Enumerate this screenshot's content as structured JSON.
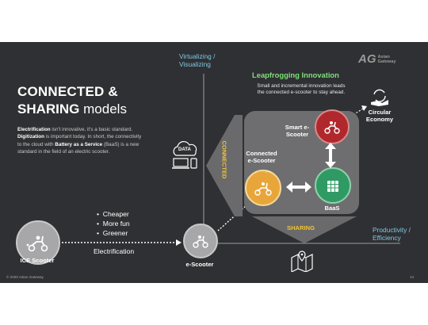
{
  "title": {
    "line1": "CONNECTED &",
    "line2_bold": "SHARING",
    "line2_light": "models"
  },
  "description": {
    "p1_bold": "Electrification",
    "p1_text": " isn't innovative, it's a basic standard. ",
    "p2_bold": "Digitization",
    "p2_text": " is important today. In short, the connectivity to the cloud with ",
    "p3_bold": "Battery as a Service",
    "p3_text": " (BaaS) is a new standard in the field of an electric scooter."
  },
  "axes": {
    "y_label_line1": "Virtualizing /",
    "y_label_line2": "Visualizing",
    "x_label_line1": "Productivity /",
    "x_label_line2": "Efficiency"
  },
  "leapfrog": {
    "title": "Leapfrogging Innovation",
    "sub_line1": "Small and incremental innovation leads",
    "sub_line2": "the connected e-scooter to stay ahead."
  },
  "nodes": {
    "ice": "ICE Scooter",
    "escooter": "e-Scooter",
    "connected_line1": "Connected",
    "connected_line2": "e-Scooter",
    "smart_line1": "Smart e-",
    "smart_line2": "Scooter",
    "baas": "BaaS"
  },
  "bands": {
    "connected": "CONNECTED",
    "sharing": "SHARING"
  },
  "icons": {
    "data": "DATA"
  },
  "circular": {
    "line1": "Circular",
    "line2": "Economy"
  },
  "benefits": [
    "Cheaper",
    "More fun",
    "Greener"
  ],
  "arrow_label": "Electrification",
  "logo": {
    "big": "AG",
    "small_line1": "Asian",
    "small_line2": "Gateway"
  },
  "footer": {
    "copyright": "© 2020 Asian Gateway",
    "page": "14"
  },
  "colors": {
    "background": "#2f3033",
    "accent_blue": "#7ec8e3",
    "connected": "#e8a63a",
    "smart": "#b0282c",
    "baas": "#2f9a63",
    "green_title": "#7fe07a",
    "band_yellow": "#f4c430"
  }
}
